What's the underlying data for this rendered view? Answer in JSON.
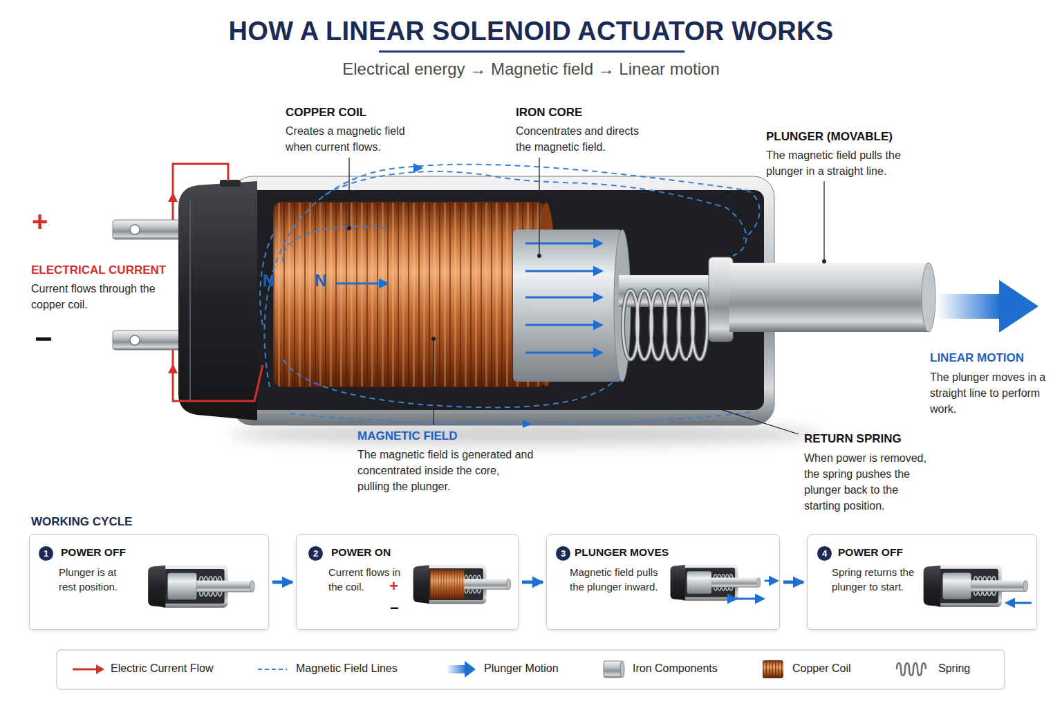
{
  "diagram": {
    "title": "HOW A LINEAR SOLENOID ACTUATOR WORKS",
    "caption": "Electrical energy → Magnetic field → Linear motion",
    "nodes": [
      {
        "text": [
          "POWER OFF",
          "Plunger is at rest position."
        ]
      },
      {
        "text": [
          "1"
        ],
        "in": 0
      },
      {
        "text": [
          "POWER ON",
          "Current flows in the coil."
        ]
      },
      {
        "text": [
          "2"
        ],
        "in": 2
      },
      {
        "text": [
          "PLUNGER MOVES",
          "Magnetic field pulls the plunger inward."
        ]
      },
      {
        "text": [
          "3"
        ],
        "in": 4
      },
      {
        "text": [
          "POWER OFF",
          "Spring returns the plunger to start."
        ]
      },
      {
        "text": [
          "4"
        ],
        "in": 6
      }
    ],
    "edges": [
      {
        "from": 0,
        "to": 2,
        "arrow": "to"
      },
      {
        "from": 2,
        "to": 4,
        "arrow": "to"
      },
      {
        "from": 4,
        "to": 6,
        "arrow": "to"
      }
    ],
    "labels": [
      "COPPER COIL",
      "Creates a magnetic field when current flows.",
      "IRON CORE",
      "Concentrates and directs the magnetic field.",
      "PLUNGER (MOVABLE)",
      "The magnetic field pulls the plunger in a straight line.",
      "+",
      "ELECTRICAL CURRENT",
      "Current flows through the copper coil.",
      "−",
      "N",
      "N",
      "MAGNETIC FIELD",
      "The magnetic field is generated and concentrated inside the core, pulling the plunger.",
      "LINEAR MOTION",
      "The plunger moves in a straight line to perform work.",
      "RETURN SPRING",
      "When power is removed, the spring pushes the plunger back to the starting position.",
      "WORKING CYCLE",
      "+",
      "−"
    ],
    "legend": [
      {
        "text": "Electric Current Flow"
      },
      {
        "text": "Magnetic Field Lines"
      },
      {
        "text": "Plunger Motion"
      },
      {
        "text": "Iron Components"
      },
      {
        "text": "Copper Coil"
      },
      {
        "text": "Spring"
      }
    ]
  }
}
